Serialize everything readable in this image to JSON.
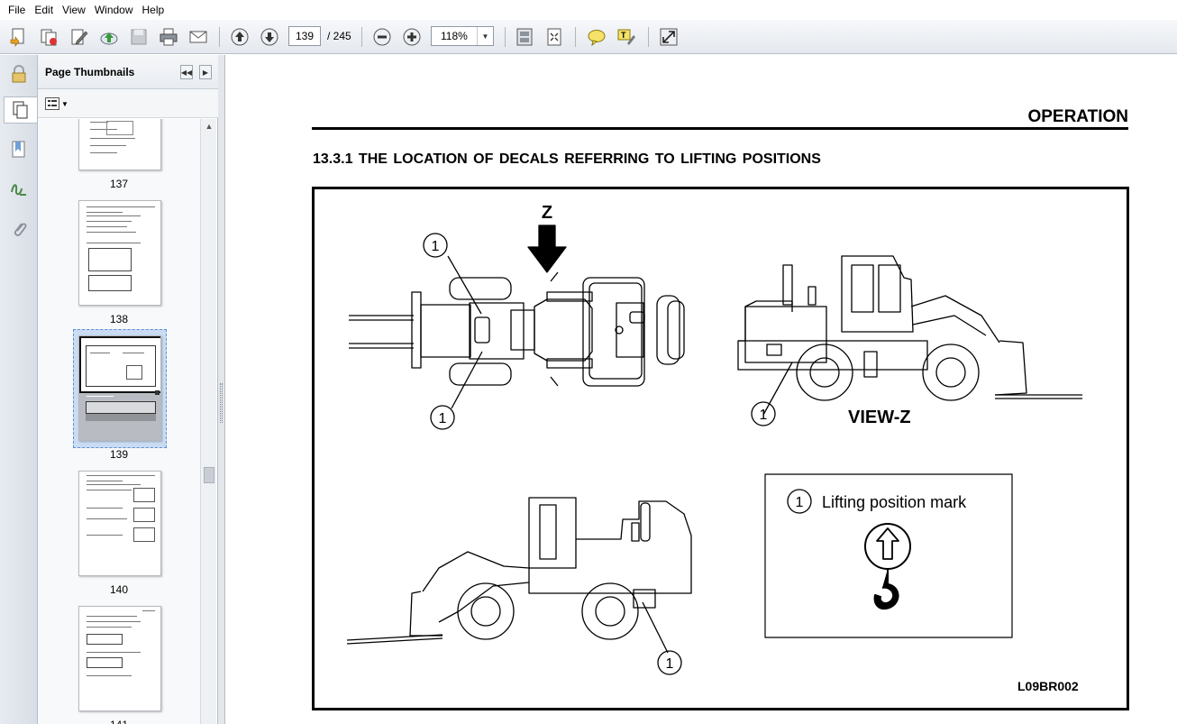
{
  "menu": [
    "File",
    "Edit",
    "View",
    "Window",
    "Help"
  ],
  "toolbar": {
    "current_page": "139",
    "total_pages": "/ 245",
    "zoom": "118%"
  },
  "thumbnails": {
    "title": "Page Thumbnails",
    "pages": [
      "137",
      "138",
      "139",
      "140",
      "141"
    ],
    "selected": "139"
  },
  "document": {
    "header": "OPERATION",
    "section_title": "13.3.1   THE LOCATION OF DECALS REFERRING TO LIFTING POSITIONS",
    "figure": {
      "z_label": "Z",
      "callout": "1",
      "view_label": "VIEW-Z",
      "legend_text": "Lifting position mark",
      "figure_code": "L09BR002"
    }
  }
}
